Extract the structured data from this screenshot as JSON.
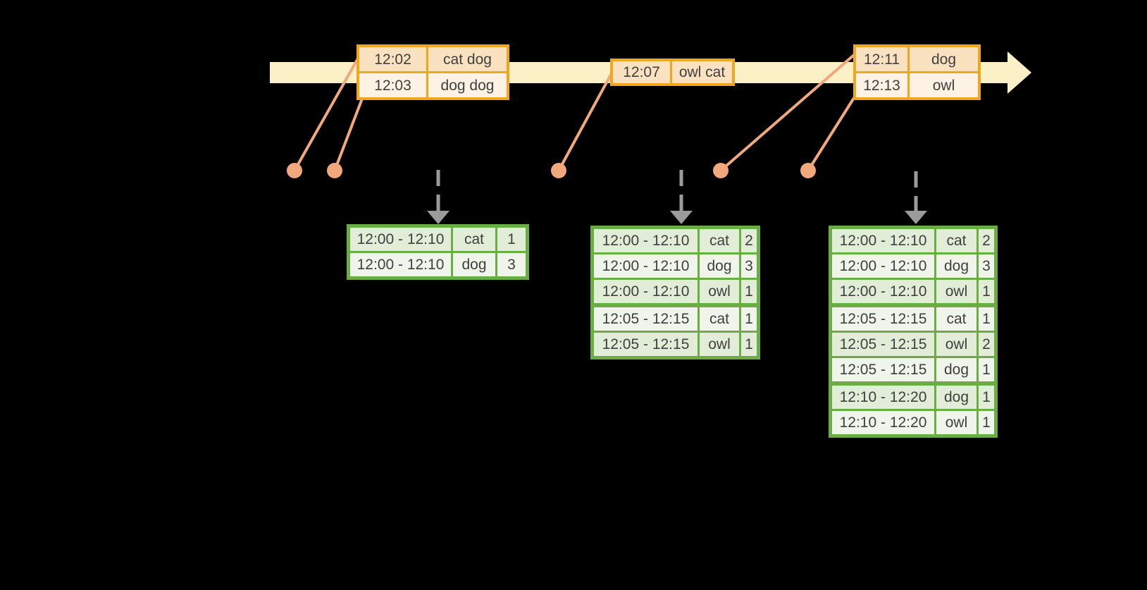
{
  "colors": {
    "background": "#000000",
    "timeline_fill": "#FBF0C6",
    "event_table_border": "#EFA720",
    "event_row_dark": "#FAE2C1",
    "event_row_light": "#FDF2E4",
    "connector_and_dots": "#F1A97C",
    "trigger_arrow_gray": "#9B9B9B",
    "result_table_border": "#6BAC44",
    "result_row_dark": "#E2EDD8",
    "result_row_light": "#EFF5EA",
    "text": "#3F3F3F"
  },
  "event_tables": [
    {
      "rows": [
        {
          "time": "12:02",
          "words": "cat dog"
        },
        {
          "time": "12:03",
          "words": "dog dog"
        }
      ]
    },
    {
      "rows": [
        {
          "time": "12:07",
          "words": "owl cat"
        }
      ]
    },
    {
      "rows": [
        {
          "time": "12:11",
          "words": "dog"
        },
        {
          "time": "12:13",
          "words": "owl"
        }
      ]
    }
  ],
  "result_tables": [
    {
      "rows": [
        {
          "window": "12:00 - 12:10",
          "word": "cat",
          "count": "1"
        },
        {
          "window": "12:00 - 12:10",
          "word": "dog",
          "count": "3"
        }
      ]
    },
    {
      "rows": [
        {
          "window": "12:00 - 12:10",
          "word": "cat",
          "count": "2"
        },
        {
          "window": "12:00 - 12:10",
          "word": "dog",
          "count": "3"
        },
        {
          "window": "12:00 - 12:10",
          "word": "owl",
          "count": "1"
        },
        {
          "window": "12:05 - 12:15",
          "word": "cat",
          "count": "1"
        },
        {
          "window": "12:05 - 12:15",
          "word": "owl",
          "count": "1"
        }
      ]
    },
    {
      "rows": [
        {
          "window": "12:00 - 12:10",
          "word": "cat",
          "count": "2"
        },
        {
          "window": "12:00 - 12:10",
          "word": "dog",
          "count": "3"
        },
        {
          "window": "12:00 - 12:10",
          "word": "owl",
          "count": "1"
        },
        {
          "window": "12:05 - 12:15",
          "word": "cat",
          "count": "1"
        },
        {
          "window": "12:05 - 12:15",
          "word": "owl",
          "count": "2"
        },
        {
          "window": "12:05 - 12:15",
          "word": "dog",
          "count": "1"
        },
        {
          "window": "12:10 - 12:20",
          "word": "dog",
          "count": "1"
        },
        {
          "window": "12:10 - 12:20",
          "word": "owl",
          "count": "1"
        }
      ]
    }
  ]
}
